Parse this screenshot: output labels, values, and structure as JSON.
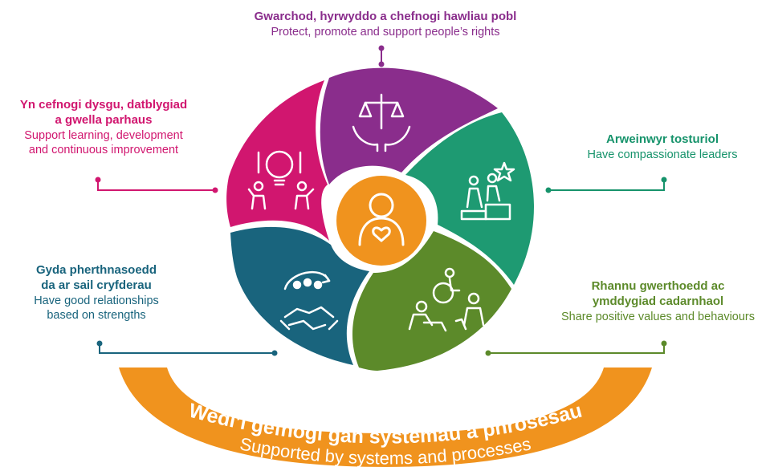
{
  "labels": {
    "top": {
      "welsh": "Gwarchod, hyrwyddo a chefnogi hawliau pobl",
      "english": "Protect, promote and support people’s rights"
    },
    "left_top": {
      "welsh_line1": "Yn cefnogi dysgu, datblygiad",
      "welsh_line2": "a gwella parhaus",
      "english_line1": "Support learning, development",
      "english_line2": "and continuous improvement"
    },
    "right_top": {
      "welsh": "Arweinwyr tosturiol",
      "english": "Have compassionate leaders"
    },
    "left_bottom": {
      "welsh_line1": "Gyda pherthnasoedd",
      "welsh_line2": "da ar sail cryfderau",
      "english_line1": "Have good relationships",
      "english_line2": "based on strengths"
    },
    "right_bottom": {
      "welsh_line1": "Rhannu gwerthoedd ac",
      "welsh_line2": "ymddygiad cadarnhaol",
      "english_line1": "Share positive values and behaviours"
    }
  },
  "banner": {
    "welsh": "Wedi’i gefnogi gan systemau a phrosesau",
    "english": "Supported by systems and processes"
  },
  "colors": {
    "purple": "#8a2d8c",
    "magenta": "#d1166f",
    "green": "#16936b",
    "teal": "#19647d",
    "olive": "#5c8a2a",
    "orange": "#f0931e"
  },
  "icons": {
    "top_segment": "scales-hands-icon",
    "left_top_segment": "lightbulb-people-icon",
    "right_top_segment": "podium-star-icon",
    "left_bottom_segment": "handshake-group-icon",
    "right_bottom_segment": "inclusive-people-icon",
    "center": "person-heart-icon"
  }
}
